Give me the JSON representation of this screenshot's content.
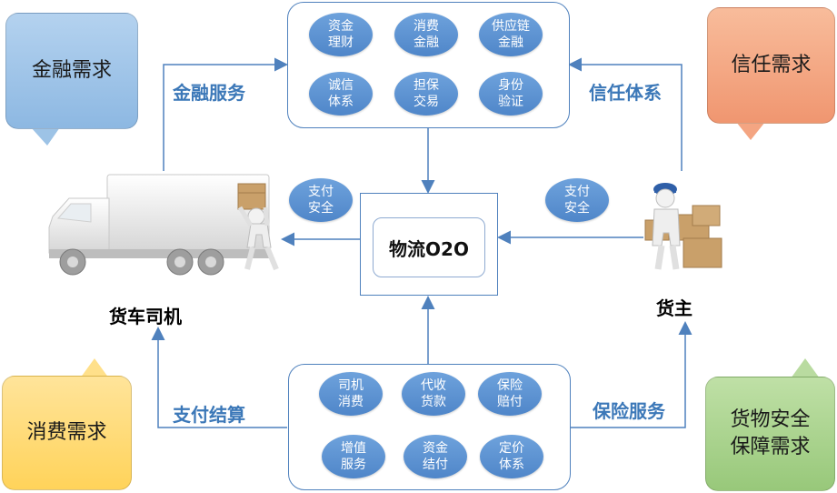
{
  "top_panel": {
    "bubbles": [
      "资金\n理财",
      "消费\n金融",
      "供应链\n金融",
      "诚信\n体系",
      "担保\n交易",
      "身份\n验证"
    ]
  },
  "bottom_panel": {
    "bubbles": [
      "司机\n消费",
      "代收\n货款",
      "保险\n赔付",
      "增值\n服务",
      "资金\n结付",
      "定价\n体系"
    ]
  },
  "center": {
    "label": "物流O2O"
  },
  "edge_labels": {
    "finance_service": "金融服务",
    "trust_system": "信任体系",
    "payment_settlement": "支付结算",
    "insurance_service": "保险服务",
    "payment_safety_left": "支付\n安全",
    "payment_safety_right": "支付\n安全"
  },
  "actors": {
    "driver": "货车司机",
    "owner": "货主"
  },
  "callouts": {
    "finance_need": "金融需求",
    "trust_need": "信任需求",
    "consumption_need": "消费需求",
    "cargo_safety_need": "货物安全\n保障需求"
  },
  "colors": {
    "accent": "#4f81bd",
    "bubble": "#5b93d3",
    "label_blue": "#3c78b8",
    "finance_need": "#9dc3e6",
    "trust_need": "#f4a582",
    "consumption_need": "#ffd966",
    "cargo_safety_need": "#a9d18e"
  }
}
